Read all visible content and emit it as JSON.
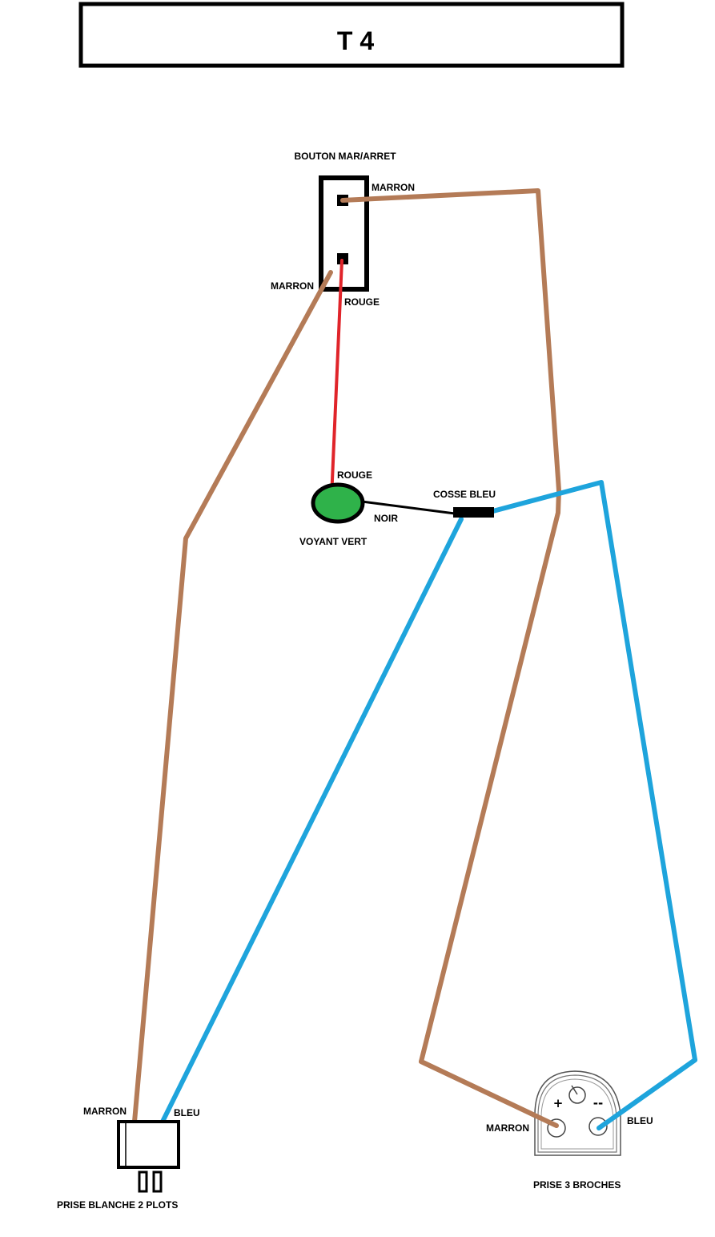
{
  "title": "T 4",
  "colors": {
    "marron": "#b47b57",
    "bleu": "#1ea4dc",
    "rouge": "#e0242a",
    "noir": "#000000",
    "voyant": "#2fb24a"
  },
  "components": {
    "switch": {
      "label": "BOUTON MAR/ARRET"
    },
    "lamp": {
      "label": "VOYANT VERT"
    },
    "connector": {
      "label": "COSSE BLEU"
    },
    "plug_2pin": {
      "label": "PRISE BLANCHE 2 PLOTS"
    },
    "socket_3pin": {
      "label": "PRISE 3 BROCHES",
      "plus": "+",
      "minus": "--"
    }
  },
  "wire_labels": {
    "switch_top_marron": "MARRON",
    "switch_bottom_marron": "MARRON",
    "switch_rouge": "ROUGE",
    "lamp_rouge": "ROUGE",
    "lamp_noir": "NOIR",
    "plug_marron": "MARRON",
    "plug_bleu": "BLEU",
    "socket_marron": "MARRON",
    "socket_bleu": "BLEU"
  }
}
